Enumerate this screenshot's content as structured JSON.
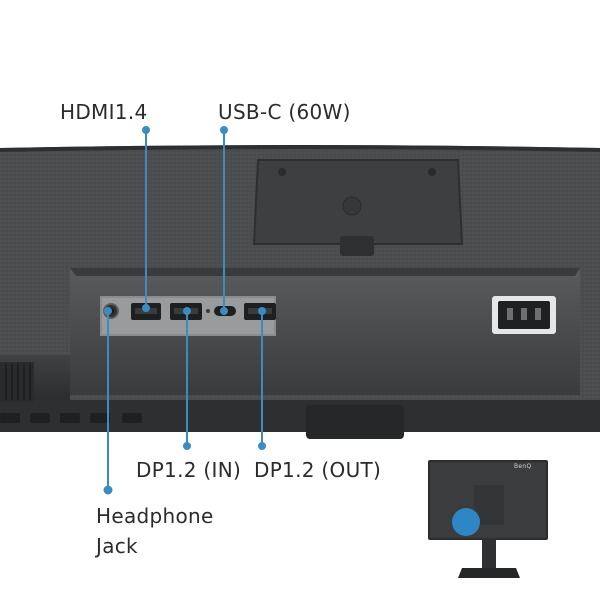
{
  "labels": {
    "hdmi": "HDMI1.4",
    "usbc": "USB-C (60W)",
    "dp_in": "DP1.2 (IN)",
    "dp_out": "DP1.2 (OUT)",
    "headphone_line1": "Headphone",
    "headphone_line2": "Jack"
  },
  "logo": "BenQ",
  "colors": {
    "callout": "#3a8cc2",
    "monitor_body": "#4a4b4d",
    "monitor_dark": "#333436",
    "highlight_dot": "#2e86c4"
  }
}
